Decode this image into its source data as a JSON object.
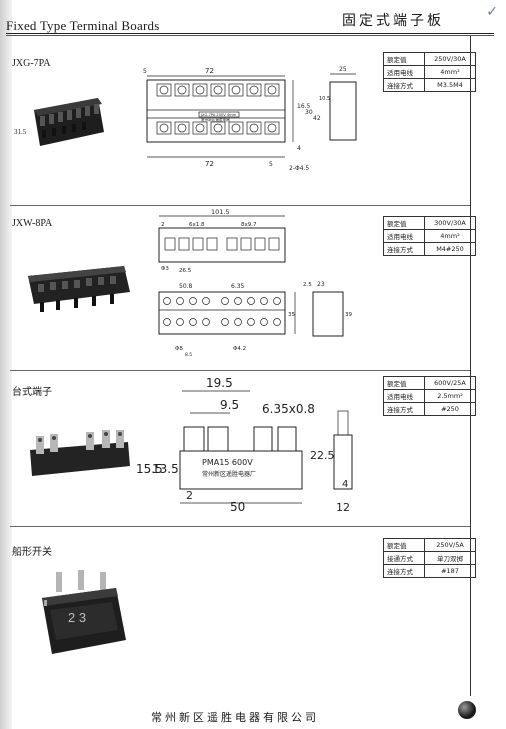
{
  "header": {
    "title_en": "Fixed Type Terminal Boards",
    "title_cn": "固定式端子板"
  },
  "sections": [
    {
      "name": "JXG-7PA",
      "specs": [
        {
          "key": "额定值",
          "value": "250V/30A"
        },
        {
          "key": "适用电线",
          "value": "4mm²"
        },
        {
          "key": "连接方式",
          "value": "M3.5M4"
        }
      ],
      "dims": [
        "72",
        "5",
        "72",
        "5",
        "31.5",
        "16.5",
        "30",
        "4",
        "2-Φ4.5",
        "25",
        "10.5",
        "42",
        "JXG-7PA 250V 4mm",
        "常州新区遥胜电器"
      ]
    },
    {
      "name": "JXW-8PA",
      "specs": [
        {
          "key": "额定值",
          "value": "300V/30A"
        },
        {
          "key": "适用电线",
          "value": "4mm²"
        },
        {
          "key": "连接方式",
          "value": "M4#250"
        }
      ],
      "dims": [
        "101.5",
        "6x1.8",
        "8x9.7",
        "2",
        "Φ3",
        "26.5",
        "50.8",
        "6.35",
        "35",
        "8.5",
        "2.5",
        "23",
        "39",
        "Φ8",
        "Φ4.2"
      ]
    },
    {
      "name": "台式端子",
      "specs": [
        {
          "key": "额定值",
          "value": "600V/25A"
        },
        {
          "key": "适用电线",
          "value": "2.5mm²"
        },
        {
          "key": "连接方式",
          "value": "#250"
        }
      ],
      "dims": [
        "19.5",
        "9.5",
        "6.35x0.8",
        "15.5",
        "13.5",
        "2",
        "50",
        "22.5",
        "4",
        "12"
      ],
      "body_text": [
        "PMA15  600V",
        "常州新区遥胜电器厂"
      ]
    },
    {
      "name": "船形开关",
      "specs": [
        {
          "key": "额定值",
          "value": "250V/5A"
        },
        {
          "key": "接通方式",
          "value": "单刀双掷"
        },
        {
          "key": "连接方式",
          "value": "#187"
        }
      ],
      "switch_marks": "2 3"
    }
  ],
  "footer": {
    "company": "常州新区遥胜电器有限公司"
  },
  "colors": {
    "ink": "#1a1a1a",
    "mark": "#6a76b8"
  }
}
